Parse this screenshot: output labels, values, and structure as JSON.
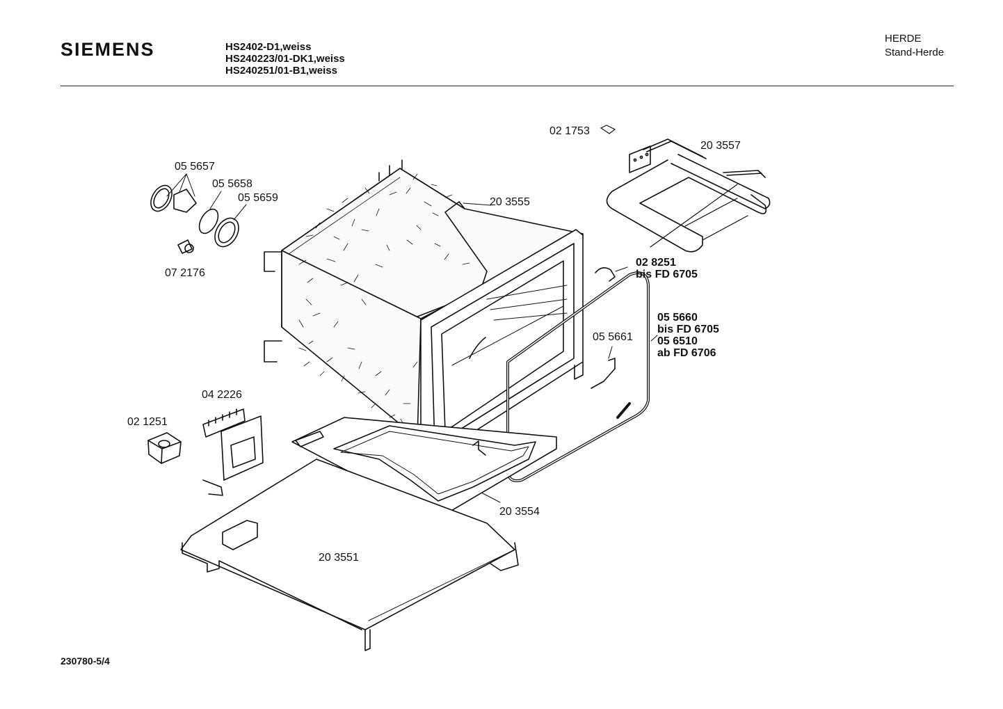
{
  "header": {
    "brand": "SIEMENS",
    "models": [
      "HS2402-D1,weiss",
      "HS240223/01-DK1,weiss",
      "HS240251/01-B1,weiss"
    ],
    "category": "HERDE",
    "subcategory": "Stand-Herde"
  },
  "parts": {
    "p_021753": "02 1753",
    "p_203557": "20 3557",
    "p_055657": "05 5657",
    "p_055658": "05 5658",
    "p_055659": "05 5659",
    "p_203555": "20 3555",
    "p_072176": "07 2176",
    "p_028251": "02 8251",
    "p_028251_note": "bis FD 6705",
    "p_055660": "05 5660",
    "p_055660_note": "bis FD 6705",
    "p_056510": "05 6510",
    "p_056510_note": "ab FD 6706",
    "p_055661": "05 5661",
    "p_042226": "04 2226",
    "p_021251": "02 1251",
    "p_203554": "20 3554",
    "p_203551": "20 3551"
  },
  "footer": {
    "code": "230780-5/4"
  }
}
